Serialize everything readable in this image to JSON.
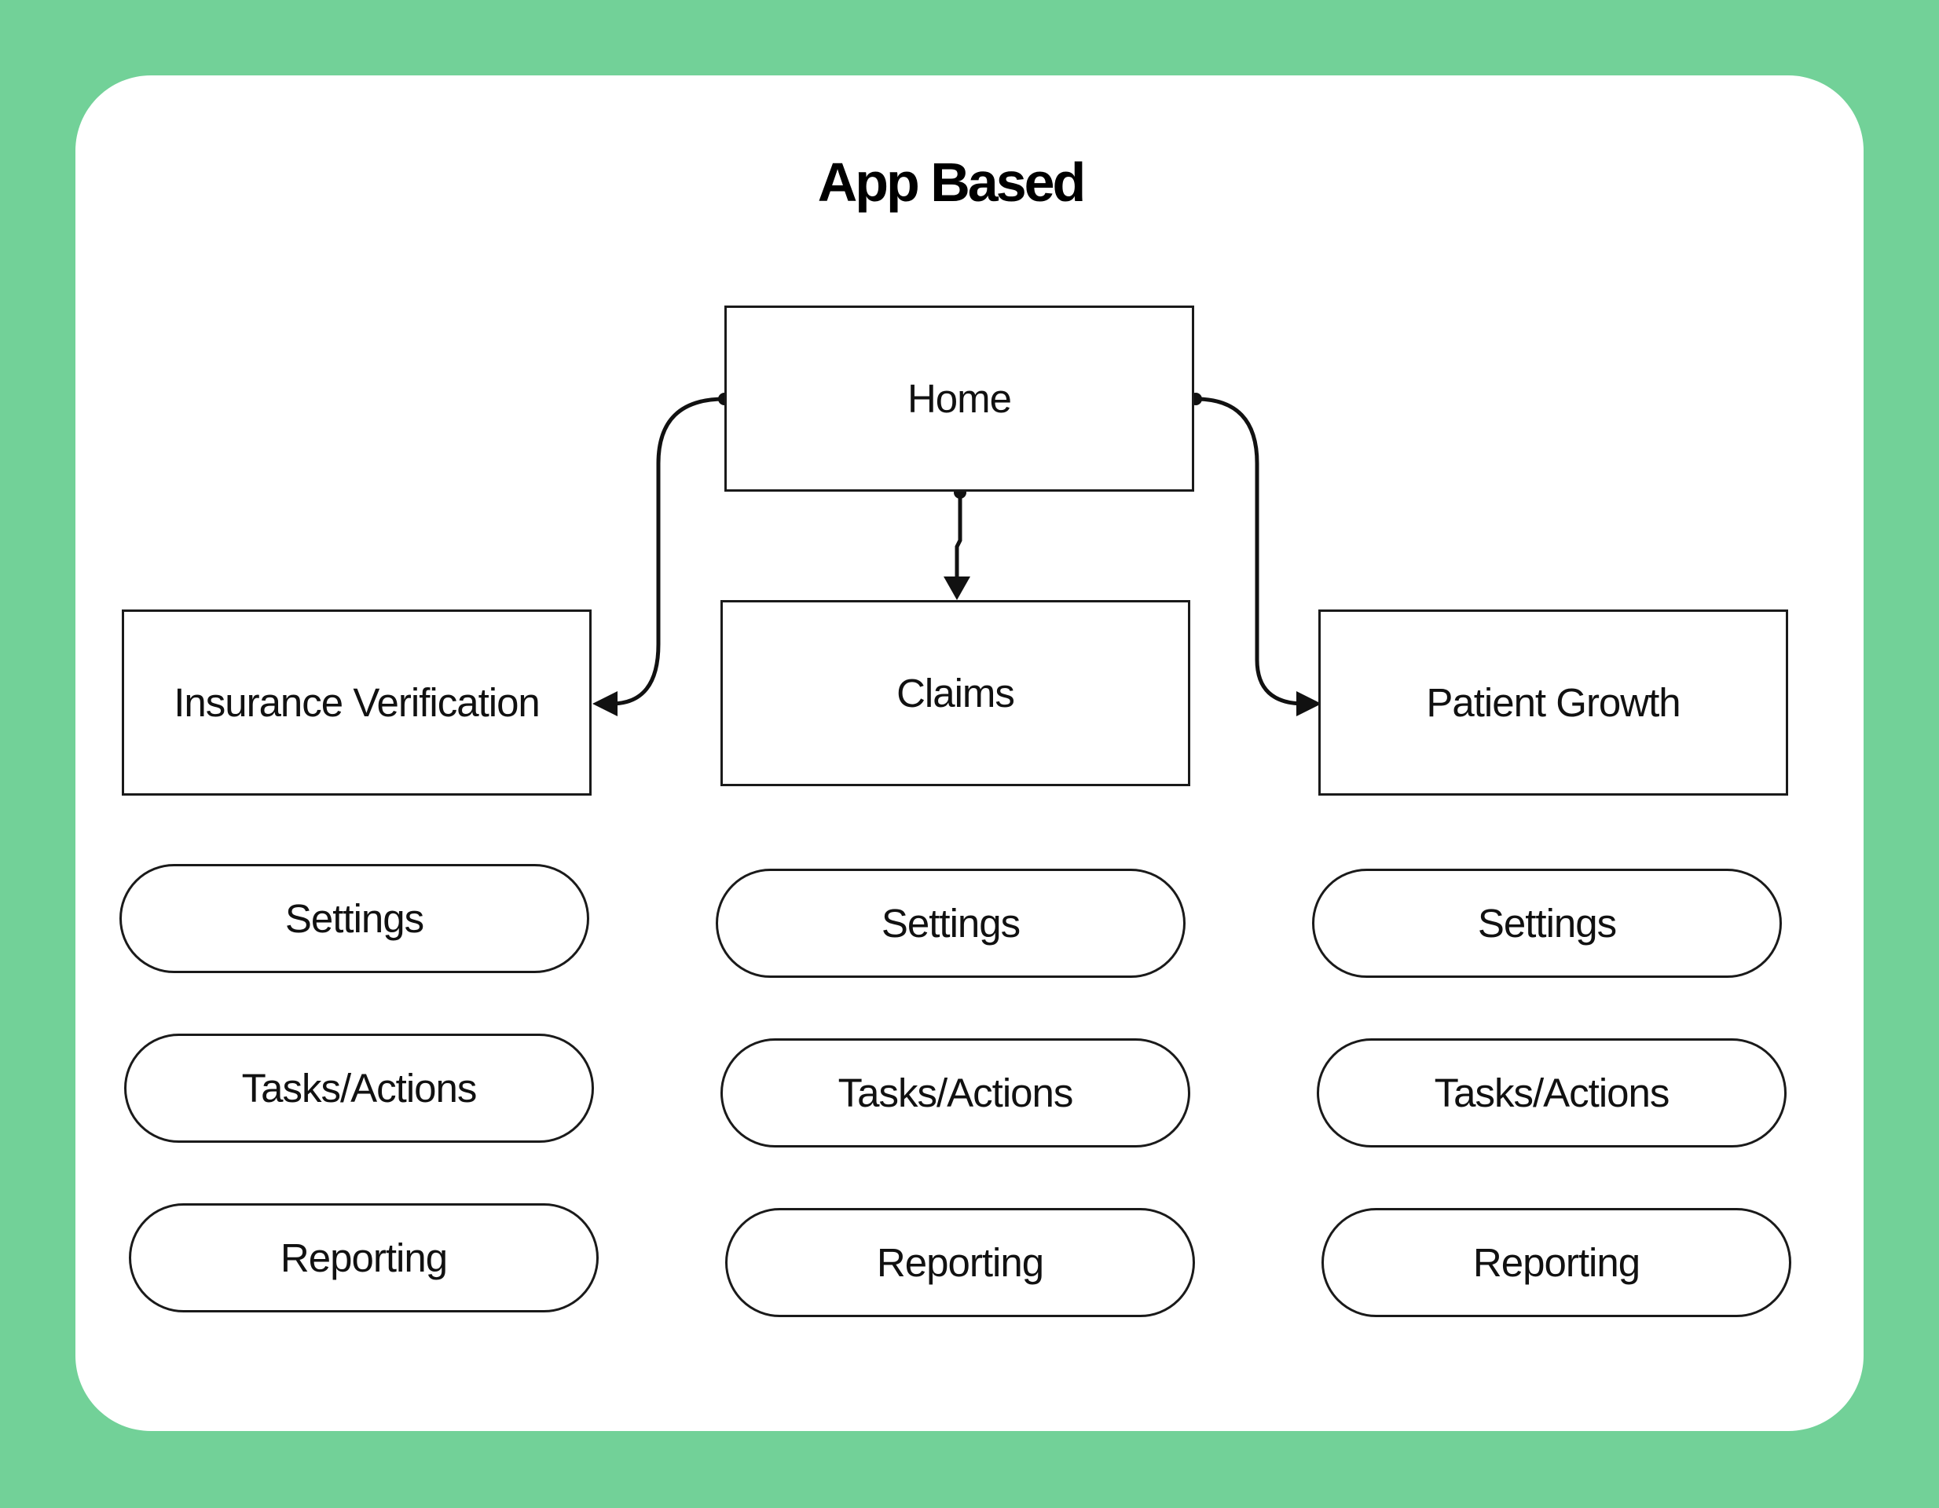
{
  "title": "App Based",
  "home": {
    "label": "Home"
  },
  "columns": [
    {
      "label": "Insurance Verification",
      "items": [
        "Settings",
        "Tasks/Actions",
        "Reporting"
      ]
    },
    {
      "label": "Claims",
      "items": [
        "Settings",
        "Tasks/Actions",
        "Reporting"
      ]
    },
    {
      "label": "Patient Growth",
      "items": [
        "Settings",
        "Tasks/Actions",
        "Reporting"
      ]
    }
  ],
  "colors": {
    "background": "#72d198",
    "card": "#ffffff",
    "stroke": "#111111"
  }
}
